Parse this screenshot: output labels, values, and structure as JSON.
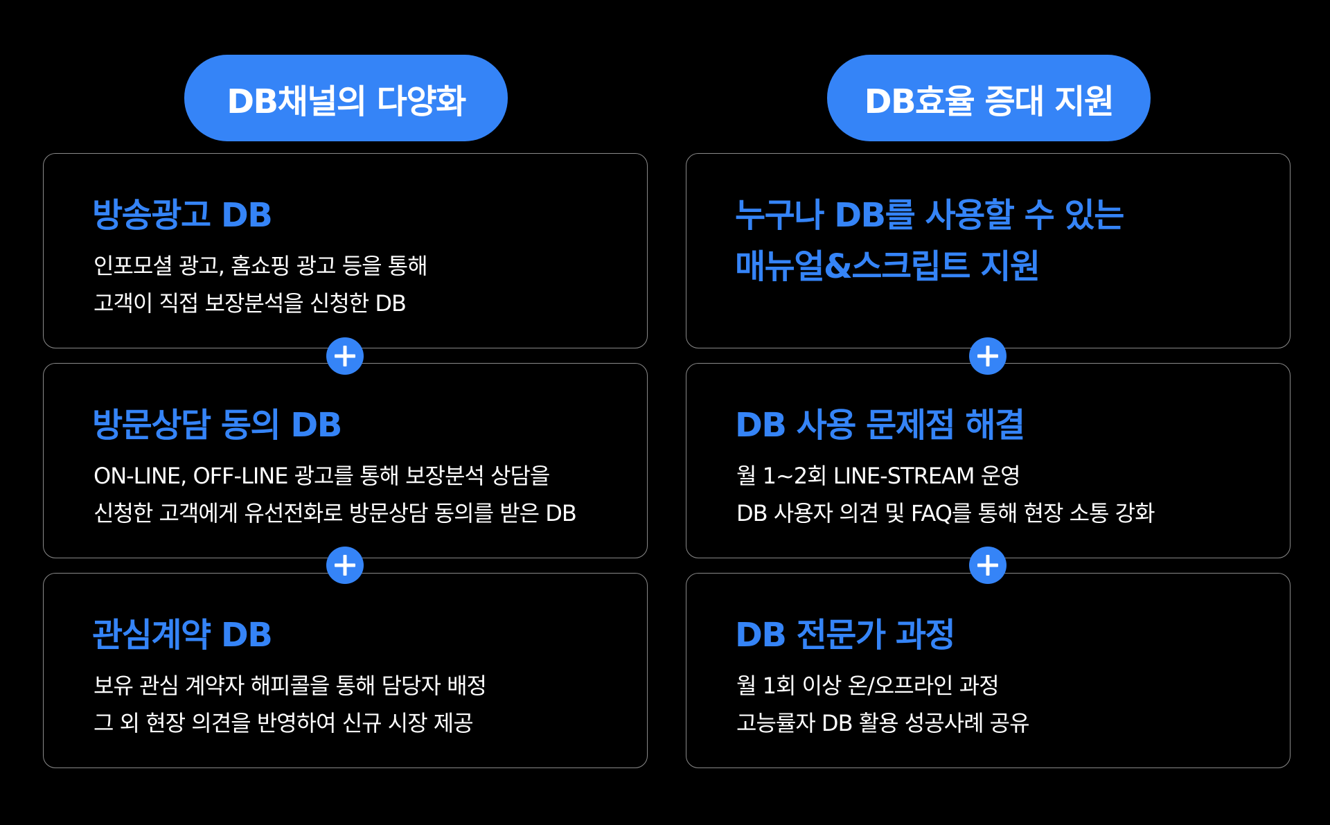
{
  "colors": {
    "background": "#000000",
    "accent": "#3584f7",
    "card_border": "#8a8a8a",
    "text": "#ffffff"
  },
  "left": {
    "header": "DB채널의 다양화",
    "cards": [
      {
        "title": "방송광고 DB",
        "lines": [
          "인포모셜 광고, 홈쇼핑 광고 등을 통해",
          "고객이 직접 보장분석을 신청한 DB"
        ]
      },
      {
        "title": "방문상담 동의 DB",
        "lines": [
          "ON-LINE, OFF-LINE 광고를 통해 보장분석 상담을",
          "신청한 고객에게 유선전화로 방문상담 동의를 받은 DB"
        ]
      },
      {
        "title": "관심계약 DB",
        "lines": [
          "보유 관심 계약자 해피콜을 통해 담당자 배정",
          "그 외 현장 의견을 반영하여 신규 시장 제공"
        ]
      }
    ]
  },
  "right": {
    "header": "DB효율 증대 지원",
    "cards": [
      {
        "title_lines": [
          "누구나 DB를 사용할 수 있는",
          "매뉴얼&스크립트 지원"
        ]
      },
      {
        "title": "DB 사용 문제점 해결",
        "lines": [
          "월 1~2회 LINE-STREAM 운영",
          "DB 사용자 의견 및 FAQ를 통해 현장 소통 강화"
        ]
      },
      {
        "title": "DB 전문가 과정",
        "lines": [
          "월 1회 이상 온/오프라인 과정",
          "고능률자 DB 활용 성공사례 공유"
        ]
      }
    ]
  },
  "icons": {
    "connector": "plus-icon"
  }
}
